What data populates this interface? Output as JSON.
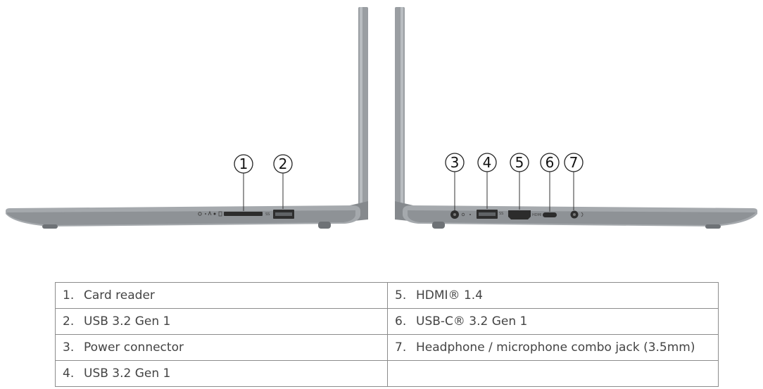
{
  "callouts": {
    "c1": "1",
    "c2": "2",
    "c3": "3",
    "c4": "4",
    "c5": "5",
    "c6": "6",
    "c7": "7"
  },
  "port_labels": {
    "left_usb_tag": "SS",
    "right_usb_tag": "SS",
    "hdmi_tag": "HDMI"
  },
  "ports": {
    "rows": [
      {
        "left": {
          "num": "1.",
          "label": "Card reader"
        },
        "right": {
          "num": "5.",
          "label": "HDMI® 1.4"
        }
      },
      {
        "left": {
          "num": "2.",
          "label": "USB 3.2 Gen 1"
        },
        "right": {
          "num": "6.",
          "label": "USB-C® 3.2 Gen 1"
        }
      },
      {
        "left": {
          "num": "3.",
          "label": "Power connector"
        },
        "right": {
          "num": "7.",
          "label": "Headphone / microphone combo jack (3.5mm)"
        }
      },
      {
        "left": {
          "num": "4.",
          "label": "USB 3.2 Gen 1"
        },
        "right": {
          "num": "",
          "label": ""
        }
      }
    ]
  }
}
